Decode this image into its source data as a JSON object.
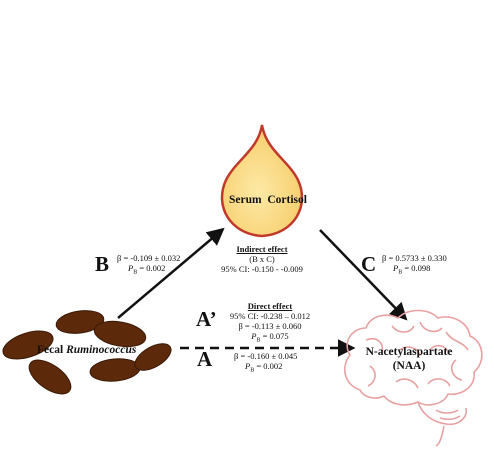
{
  "nodes": {
    "cortisol": {
      "label": "Serum  Cortisol"
    },
    "fecal": {
      "prefix": "Fecal ",
      "genus": "Ruminococcus"
    },
    "naa": {
      "line1": "N-acetylaspartate",
      "line2": "(NAA)"
    }
  },
  "paths": {
    "B": {
      "letter": "B",
      "beta": "β = -0.109 ± 0.032",
      "p_sym": "P",
      "p_sub": "B",
      "p_val": " = 0.002"
    },
    "C": {
      "letter": "C",
      "beta": "β = 0.5733 ± 0.330",
      "p_sym": "P",
      "p_sub": "B",
      "p_val": " = 0.098"
    },
    "A_prime": {
      "letter": "A’",
      "title": "Direct effect",
      "ci": "95% CI: -0.238 – 0.012",
      "beta": "β = -0.113 ± 0.060",
      "p_sym": "P",
      "p_sub": "B",
      "p_val": " = 0.075"
    },
    "A": {
      "letter": "A",
      "beta": "β = -0.160 ± 0.045",
      "p_sym": "P",
      "p_sub": "B",
      "p_val": " = 0.002"
    }
  },
  "indirect": {
    "title": "Indirect effect",
    "formula": "(B x C)",
    "ci": "95% CI: -0.150 - -0.009"
  },
  "colors": {
    "drop_fill": "#fbe08c",
    "drop_outline": "#c0392b",
    "bacteria": "#5c2a0b",
    "brain": "#e8a0a0"
  }
}
